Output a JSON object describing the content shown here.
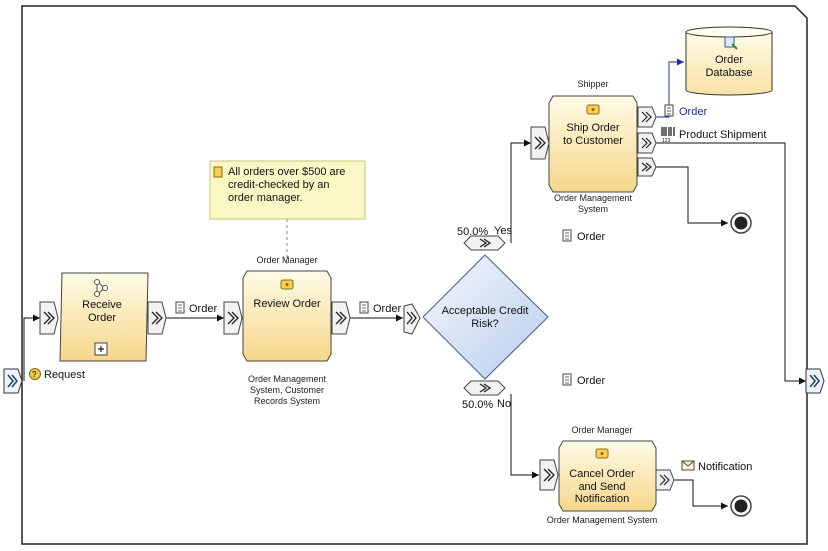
{
  "diagram": {
    "start_input": {
      "label": "Request"
    },
    "receive_order": {
      "title_lines": [
        "Receive",
        "Order"
      ]
    },
    "conn_order_1": {
      "label": "Order"
    },
    "review_order": {
      "title": "Review Order",
      "role": "Order Manager",
      "resources_lines": [
        "Order Management",
        "System, Customer",
        "Records System"
      ]
    },
    "annotation": {
      "text_lines": [
        "All orders over $500 are",
        "credit-checked by an",
        "order manager."
      ]
    },
    "conn_order_2": {
      "label": "Order"
    },
    "decision": {
      "lines": [
        "Acceptable Credit",
        "Risk?"
      ]
    },
    "branch_yes": {
      "percent": "50.0%",
      "label": "Yes"
    },
    "branch_no": {
      "percent": "50.0%",
      "label": "No"
    },
    "yes_order": {
      "label": "Order"
    },
    "no_order": {
      "label": "Order"
    },
    "ship_order": {
      "role": "Shipper",
      "title_lines": [
        "Ship Order",
        "to Customer"
      ],
      "resources_lines": [
        "Order Management",
        "System"
      ]
    },
    "order_database": {
      "lines": [
        "Order",
        "Database"
      ]
    },
    "db_order": {
      "label": "Order"
    },
    "product_shipment": {
      "label": "Product Shipment"
    },
    "cancel_order": {
      "role": "Order Manager",
      "title_lines": [
        "Cancel Order",
        "and Send",
        "Notification"
      ],
      "resources": "Order Management System"
    },
    "notification": {
      "label": "Notification"
    }
  }
}
